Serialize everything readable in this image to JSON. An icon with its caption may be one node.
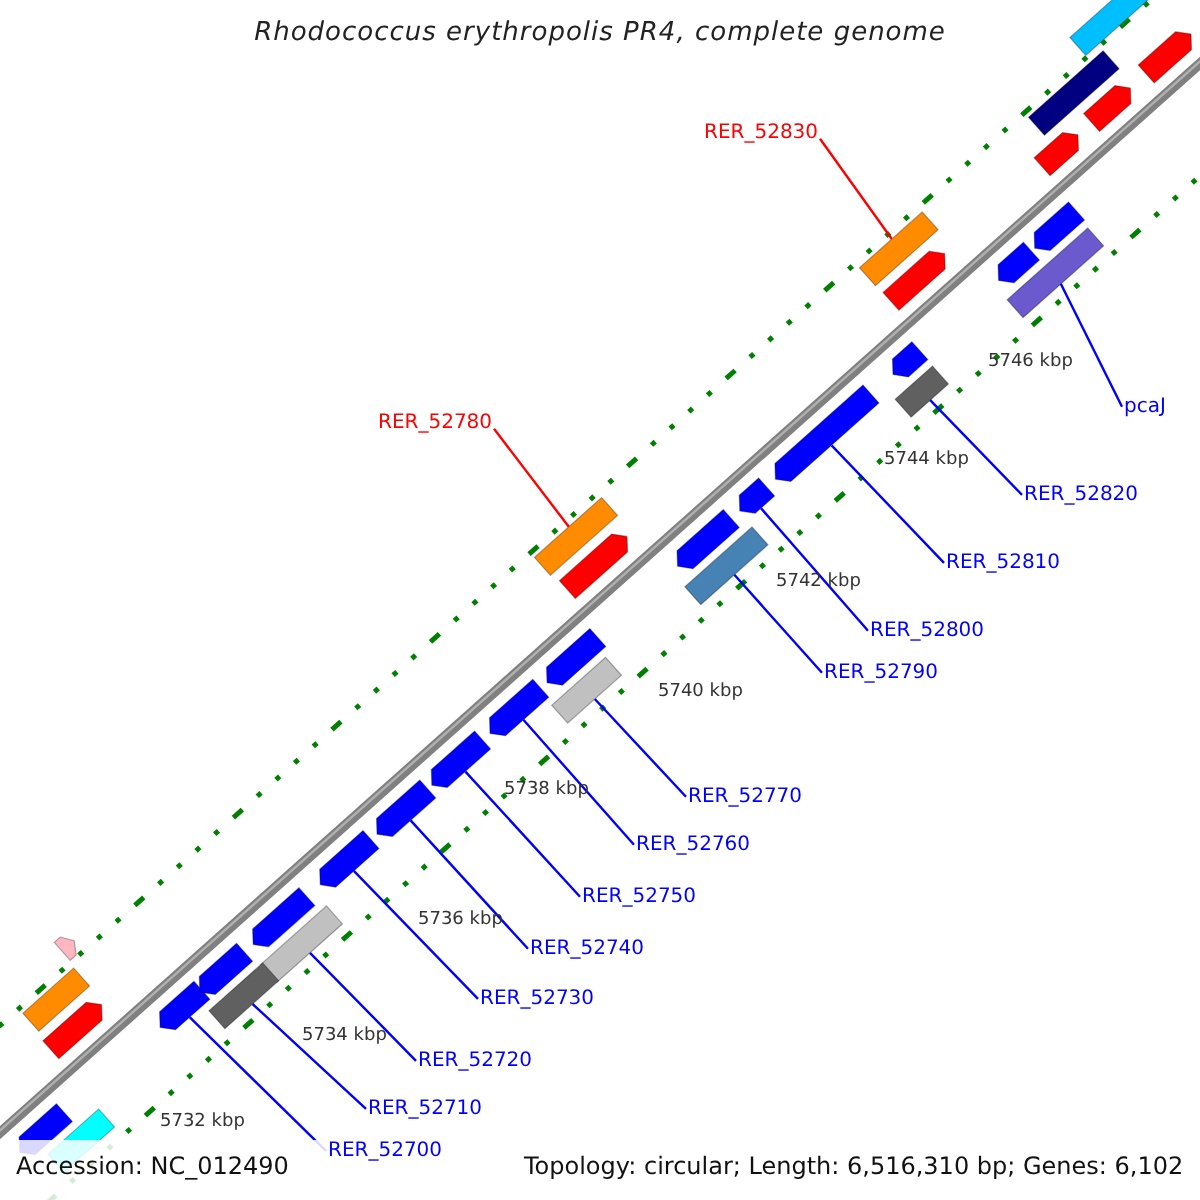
{
  "diagram": {
    "title": "Rhodococcus erythropolis PR4, complete genome",
    "nodes": [
      {
        "text": [
          "RER_52830"
        ]
      },
      {
        "text": [],
        "shape": "bar"
      },
      {
        "text": [
          "pcaJ"
        ]
      },
      {
        "text": [],
        "shape": "bar"
      },
      {
        "text": [
          "RER_52780"
        ]
      },
      {
        "text": [],
        "shape": "bar"
      },
      {
        "text": [
          "RER_52820"
        ]
      },
      {
        "text": [],
        "shape": "bar"
      },
      {
        "text": [
          "RER_52810"
        ]
      },
      {
        "text": [],
        "shape": "bar"
      },
      {
        "text": [
          "RER_52800"
        ]
      },
      {
        "text": [],
        "shape": "bar"
      },
      {
        "text": [
          "RER_52790"
        ]
      },
      {
        "text": [],
        "shape": "bar"
      },
      {
        "text": [
          "RER_52770"
        ]
      },
      {
        "text": [],
        "shape": "bar"
      },
      {
        "text": [
          "RER_52760"
        ]
      },
      {
        "text": [],
        "shape": "bar"
      },
      {
        "text": [
          "RER_52750"
        ]
      },
      {
        "text": [],
        "shape": "bar"
      },
      {
        "text": [
          "RER_52740"
        ]
      },
      {
        "text": [],
        "shape": "bar"
      },
      {
        "text": [
          "RER_52730"
        ]
      },
      {
        "text": [],
        "shape": "bar"
      },
      {
        "text": [
          "RER_52720"
        ]
      },
      {
        "text": [],
        "shape": "bar"
      },
      {
        "text": [
          "RER_52710"
        ]
      },
      {
        "text": [],
        "shape": "bar"
      },
      {
        "text": [
          "RER_52700"
        ]
      },
      {
        "text": [],
        "shape": "bar"
      },
      {
        "text": [],
        "shape": "bar"
      },
      {
        "text": [],
        "shape": "bar"
      },
      {
        "text": [],
        "shape": "bar"
      },
      {
        "text": [],
        "shape": "bar"
      },
      {
        "text": [],
        "shape": "bar"
      },
      {
        "text": [],
        "shape": "bar"
      },
      {
        "text": [],
        "shape": "bar"
      },
      {
        "text": [],
        "shape": "bar"
      },
      {
        "text": [],
        "shape": "bar"
      },
      {
        "text": [],
        "shape": "bar"
      },
      {
        "text": [],
        "shape": "bar"
      },
      {
        "text": [],
        "shape": "bar"
      },
      {
        "text": [],
        "shape": "bar"
      },
      {
        "text": [],
        "shape": "bar"
      },
      {
        "text": [],
        "shape": "bar"
      },
      {
        "text": [],
        "shape": "bar"
      },
      {
        "text": [],
        "shape": "bar"
      },
      {
        "text": [],
        "shape": "bar"
      },
      {
        "text": [],
        "shape": "bar"
      }
    ],
    "edges": [
      {
        "from": 0,
        "to": 1,
        "arrow": "none",
        "color": "#ff0000"
      },
      {
        "from": 2,
        "to": 3,
        "arrow": "none"
      },
      {
        "from": 4,
        "to": 5,
        "arrow": "none",
        "color": "#ff0000"
      },
      {
        "from": 6,
        "to": 7,
        "arrow": "none"
      },
      {
        "from": 8,
        "to": 9,
        "arrow": "none"
      },
      {
        "from": 10,
        "to": 11,
        "arrow": "none"
      },
      {
        "from": 12,
        "to": 13,
        "arrow": "none"
      },
      {
        "from": 14,
        "to": 15,
        "arrow": "none"
      },
      {
        "from": 16,
        "to": 17,
        "arrow": "none"
      },
      {
        "from": 18,
        "to": 19,
        "arrow": "none"
      },
      {
        "from": 20,
        "to": 21,
        "arrow": "none"
      },
      {
        "from": 22,
        "to": 23,
        "arrow": "none"
      },
      {
        "from": 24,
        "to": 25,
        "arrow": "none"
      },
      {
        "from": 26,
        "to": 27,
        "arrow": "none"
      },
      {
        "from": 28,
        "to": 29,
        "arrow": "none"
      }
    ],
    "labels": [
      "5746 kbp",
      "5744 kbp",
      "5742 kbp",
      "5740 kbp",
      "5738 kbp",
      "5736 kbp",
      "5734 kbp",
      "5732 kbp",
      "Accession: NC_012490",
      "Topology: circular; Length: 6,516,310 bp; Genes: 6,102"
    ]
  }
}
